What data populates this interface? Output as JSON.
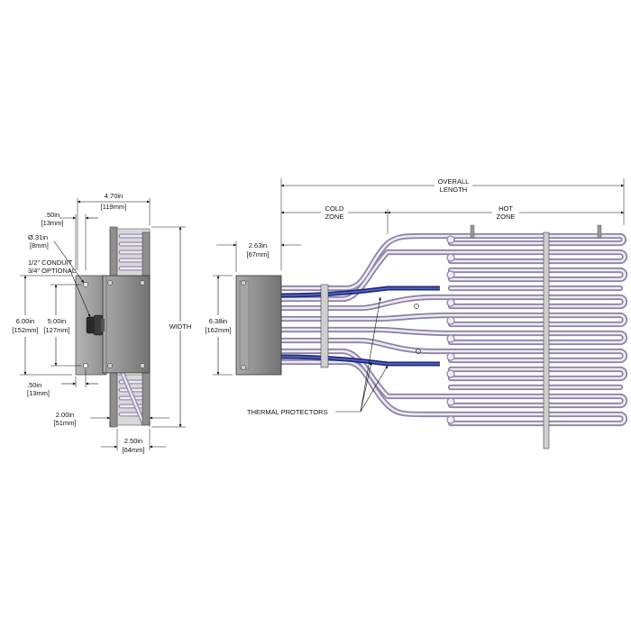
{
  "side_view": {
    "top_dim": {
      "in": "4.70in",
      "mm": "[119mm]"
    },
    "flange_dim": {
      "in": ".50in",
      "mm": "[13mm]"
    },
    "hole_dim": {
      "in": "Ø.31in",
      "mm": "[8mm]"
    },
    "conduit": {
      "line1": "1/2\" CONDUIT",
      "line2": "3/4\" OPTIONAL"
    },
    "height_outer": {
      "in": "6.00in",
      "mm": "[152mm]"
    },
    "height_inner": {
      "in": "5.00in",
      "mm": "[127mm]"
    },
    "bottom_flange": {
      "in": ".50in",
      "mm": "[13mm]"
    },
    "bottom_depth": {
      "in": "2.00in",
      "mm": "[51mm]"
    },
    "box_depth": {
      "in": "2.50in",
      "mm": "[64mm]"
    },
    "width_label": "WIDTH"
  },
  "top_view": {
    "overall": {
      "line1": "OVERALL",
      "line2": "LENGTH"
    },
    "cold_zone": {
      "line1": "COLD",
      "line2": "ZONE"
    },
    "hot_zone": {
      "line1": "HOT",
      "line2": "ZONE"
    },
    "box_depth": {
      "in": "2.63in",
      "mm": "[67mm]"
    },
    "box_height": {
      "in": "6.38in",
      "mm": "[162mm]"
    },
    "thermal_label": "THERMAL PROTECTORS"
  },
  "colors": {
    "housing": "#8c8c8c",
    "element": "#c8c0d4",
    "protector": "#1e2a7a"
  }
}
